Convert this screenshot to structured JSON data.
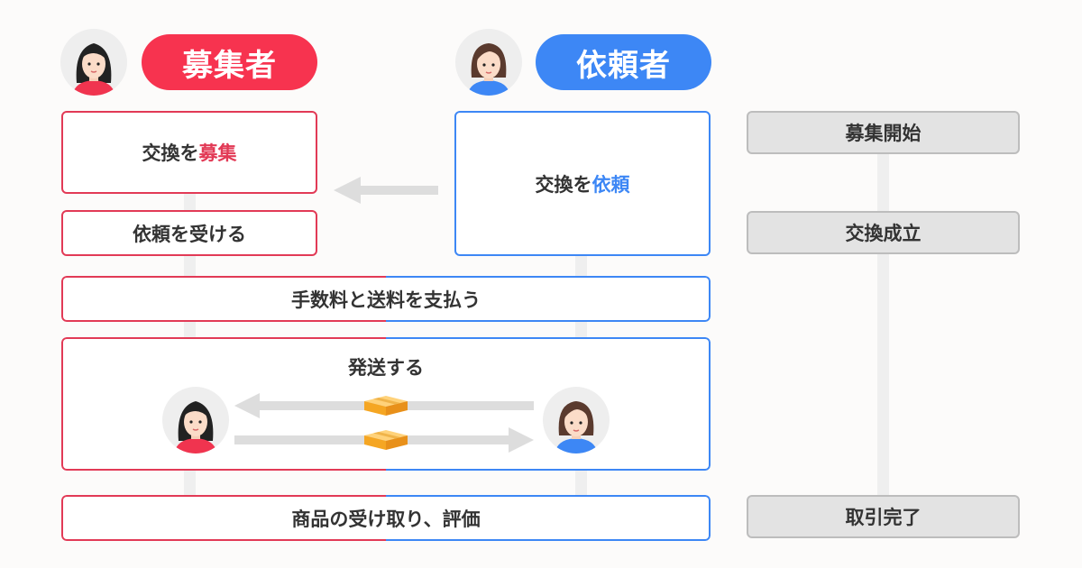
{
  "roles": {
    "recruiter": {
      "label": "募集者",
      "color": "#f7334f"
    },
    "requester": {
      "label": "依頼者",
      "color": "#3d87f5"
    }
  },
  "steps": {
    "recruit": {
      "prefix": "交換を",
      "highlight": "募集"
    },
    "request": {
      "prefix": "交換を",
      "highlight": "依頼"
    },
    "accept": "依頼を受ける",
    "pay": "手数料と送料を支払う",
    "ship": "発送する",
    "receive": "商品の受け取り、評価"
  },
  "statuses": {
    "start": "募集開始",
    "established": "交換成立",
    "complete": "取引完了"
  },
  "icons": {
    "recruiter_avatar": "woman-black-hair-icon",
    "requester_avatar": "woman-brown-hair-icon",
    "arrow": "arrow-icon",
    "package": "package-icon"
  }
}
